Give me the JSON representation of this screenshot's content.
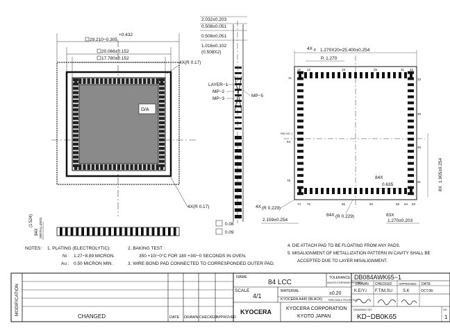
{
  "top_view": {
    "dim_outer": "29.210−0.305",
    "dim_outer_tol": "+0.432",
    "dim_mid": "20.066±0.152",
    "dim_inner": "17.780±0.152",
    "label_da": "D/A",
    "label_r_top": "4X(R 0.17)",
    "label_r_bottom": "4X(R 0.17)",
    "label_side_dim": "(1.524)",
    "label_side_84x": "84X",
    "label_metallized": "(METALLIZED)"
  },
  "side_view": {
    "dims": [
      "2.032±0.203",
      "0.508±0.051",
      "0.508±0.051",
      "1.016±0.102",
      "(0.508X2)"
    ],
    "layers": [
      "LAYER−1",
      "MP−2",
      "MP−3"
    ],
    "mp5": "MP−5",
    "flat1": "0.08",
    "flat2": "0.09"
  },
  "bottom_view": {
    "pitch_label": "4X",
    "pitch_sub": "P",
    "pitch_total": "1.270X20=25.400±0.254",
    "pitch_single": "P. 1.270",
    "pins_top": [
      "12",
      "13",
      "19",
      "25",
      "31",
      "32"
    ],
    "pin_right_top": "33",
    "pin_right_mid1": "39",
    "pin_right_mid2": "45",
    "pin_right_low": "51",
    "pins_bottom": [
      "74",
      "75",
      "65",
      "60",
      "55",
      "54",
      "53"
    ],
    "pin_left_top": "11",
    "pin_left_mid": "84",
    "pin_left_low": "78",
    "pad_label": "PAD NO. 1",
    "dim_right": "1.905±0.254",
    "dim_right_8x": "8X",
    "dim_84x_label": "84X",
    "dim_84x": "0.635",
    "dim_r229_a_pre": "4X",
    "dim_r229_a": "(R 0.229)",
    "dim_2159": "2.159±0.254",
    "dim_r229_b_pre": "84X",
    "dim_r229_b": "(R 0.229)",
    "dim_83x": "83X",
    "dim_1270": "1.270±0.203"
  },
  "notes": {
    "heading": "NOTES:",
    "n1": "1.  PLATING (ELECTROLYTIC):",
    "n1a_label": "Ni :",
    "n1a": "1.27−8.89 MICRON.",
    "n1b_label": "Au :",
    "n1b": "0.50 MICRON MIN.",
    "n2": "2.  BAKING TEST :",
    "n2a": "350 +10/−0°C FOR 180 +30/−0 SECONDS IN OVEN.",
    "n3": "3.  WIRE BOND PAD CONNECTED TO CORRESPONDED OUTER PAD.",
    "n4": "4.  DIE ATTACH PAD TO BE FLOATING FROM ANY PADS.",
    "n5": "5.  MISALIGNMENT OF METALLIZATION PATTERN IN CAVITY SHALL BE",
    "n5b": "ACCEPTED DUE TO LAYER MISALIGNMENT."
  },
  "title_block": {
    "modification": "MODIFICATION",
    "changed": "CHANGED",
    "date": "DATE",
    "drawn": "DRAWN",
    "checked": "CHECKED",
    "approved": "APPROVED",
    "name_label": "NAME",
    "name_value": "84  LCC",
    "scale_label": "SCALE",
    "scale_value": "4/1",
    "tolerance_label": "TOLERANCE",
    "tolerance_sub": "UNLESS OTHERWISE SPECIFIED",
    "tolerance_value": "±0.20",
    "projection": "THIRD ANGLE PROJECTION",
    "material_label": "MATERIAL",
    "material_value": "KYOCERA A440 (BLACK)",
    "brand": "KYOCERA",
    "company": "KYOCERA CORPORATION",
    "city": "KYOTO JAPAN",
    "part_no": "DB084AWK65−1",
    "hdr_drawn": "DRAWN",
    "hdr_checked": "CHECKED",
    "hdr_approved": "APPROVED",
    "hdr_date": "DATE",
    "val_drawn": "K.E/Y.I",
    "val_checked": "F.T/M.SU",
    "val_approved": "S.K",
    "val_date": "OCT.08.",
    "drawing_no_label": "DRAWING NO.",
    "drawing_no": "KD−DB0K65",
    "sheet_label": "SH",
    "sheet": "1"
  }
}
